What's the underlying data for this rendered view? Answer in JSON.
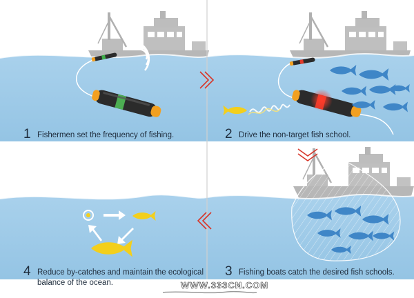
{
  "panels": [
    {
      "number": "1",
      "text": "Fishermen set the frequency of fishing."
    },
    {
      "number": "2",
      "text": "Drive the non-target fish school."
    },
    {
      "number": "3",
      "text": "Fishing boats catch the desired fish schools."
    },
    {
      "number": "4",
      "text_line1": "Reduce by-catches and maintain the ecological",
      "text_line2": "balance of the ocean."
    }
  ],
  "watermark": "WWW.333CN.COM",
  "arrows": [
    "chevron-right",
    "chevron-down",
    "chevron-left"
  ],
  "colors": {
    "ocean": "#9cc9e6",
    "ocean_surface": "#bfdcef",
    "ship": "#b9b9b9",
    "fish_school": "#3f86c7",
    "bycatch_fish": "#f3cf1c",
    "device_body": "#2b2b2b",
    "device_accent": "#f2a021",
    "signal_red": "#e13a2b",
    "divider": "#d0d0d0"
  }
}
